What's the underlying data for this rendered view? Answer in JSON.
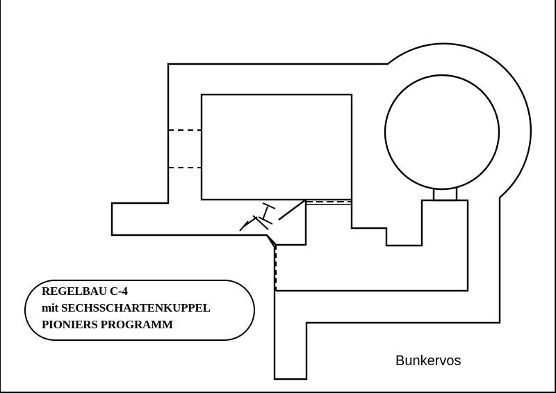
{
  "diagram": {
    "label": {
      "line1": "REGELBAU  C-4",
      "line2": "mit SECHSSCHARTENKUPPEL",
      "line3": "PIONIERS PROGRAMM"
    },
    "credit": "Bunkervos",
    "ink_color": "#000000",
    "paper_color": "#ffffff"
  }
}
